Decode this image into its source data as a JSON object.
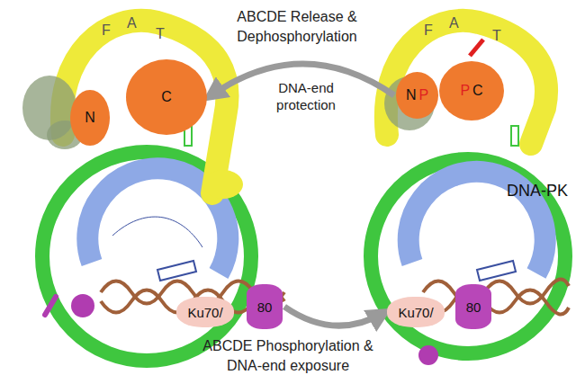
{
  "diagram": {
    "nodes": [
      {
        "text": [
          "N"
        ]
      },
      {
        "text": [
          "C"
        ]
      },
      {
        "text": [
          "Ku70/"
        ]
      },
      {
        "text": [
          "80"
        ]
      },
      {
        "text": [
          "N",
          "P"
        ]
      },
      {
        "text": [
          "P",
          "C"
        ]
      },
      {
        "text": [
          "Ku70/"
        ]
      },
      {
        "text": [
          "80"
        ]
      }
    ],
    "edges": [
      {
        "from": 4,
        "to": 1,
        "arrow": "to",
        "label": "ABCDE Release & Dephosphorylation"
      },
      {
        "from": 3,
        "to": 6,
        "arrow": "to",
        "label": "ABCDE Phosphorylation & DNA-end exposure"
      }
    ],
    "labels": [
      "F",
      "A",
      "T",
      "F",
      "A",
      "T",
      "DNA-end protection",
      "DNA-PK"
    ]
  }
}
